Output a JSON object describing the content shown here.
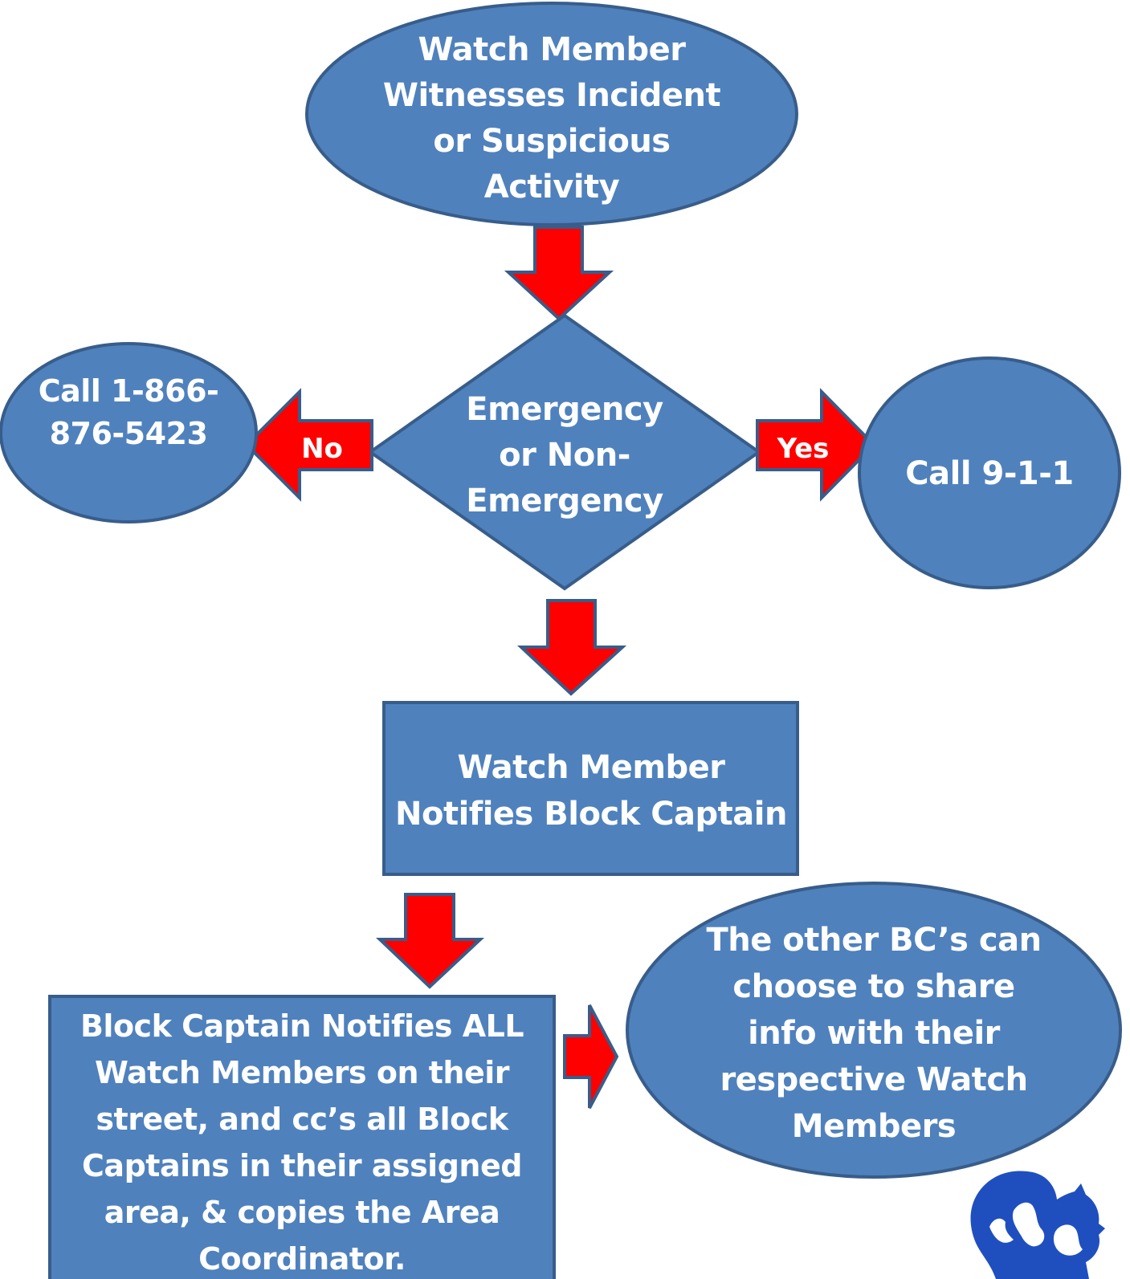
{
  "colors": {
    "node_fill": "#4f81bd",
    "node_stroke": "#385d8a",
    "arrow_fill": "#ff0000",
    "arrow_stroke": "#385d8a",
    "logo": "#1f4fbf"
  },
  "nodes": {
    "start": {
      "lines": [
        "Watch Member",
        "Witnesses Incident",
        "or Suspicious",
        "Activity"
      ]
    },
    "decision": {
      "lines": [
        "Emergency",
        "or Non-",
        "Emergency"
      ]
    },
    "no_call": {
      "lines": [
        "Call 1-866-",
        "876-5423"
      ]
    },
    "yes_call": {
      "lines": [
        "Call 9-1-1"
      ]
    },
    "notify_bc": {
      "lines": [
        "Watch Member",
        "Notifies Block Captain"
      ]
    },
    "bc_notifies_all": {
      "lines": [
        "Block Captain Notifies ALL",
        "Watch Members on their",
        "street, and cc’s all Block",
        "Captains in their assigned",
        "area, & copies the Area",
        "Coordinator."
      ]
    },
    "other_bcs": {
      "lines": [
        "The other BC’s can",
        "choose to share",
        "info with their",
        "respective Watch",
        "Members"
      ]
    }
  },
  "arrows": {
    "no": {
      "label": "No"
    },
    "yes": {
      "label": "Yes"
    }
  },
  "logo": {
    "icon": "neighbourhood-watch-logo-icon"
  }
}
